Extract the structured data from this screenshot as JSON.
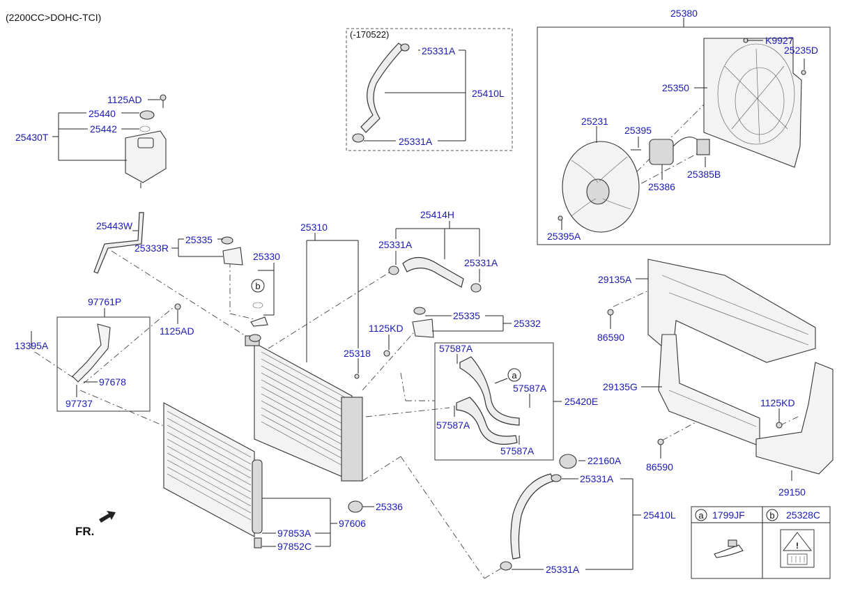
{
  "header": {
    "engine_note": "(2200CC>DOHC-TCI)"
  },
  "hose_box_note": "(-170522)",
  "front_label": "FR.",
  "callouts": {
    "a": "a",
    "b": "b"
  },
  "labels": {
    "p25380": "25380",
    "k9927": "K9927",
    "p25235d": "25235D",
    "p25350": "25350",
    "p25231": "25231",
    "p25395": "25395",
    "p25385b": "25385B",
    "p25386": "25386",
    "p25395a": "25395A",
    "p25331a_t1": "25331A",
    "p25410l_t": "25410L",
    "p25331a_t2": "25331A",
    "p1125ad_top": "1125AD",
    "p25440": "25440",
    "p25442": "25442",
    "p25430t": "25430T",
    "p25443w": "25443W",
    "p25335_l": "25335",
    "p25333r": "25333R",
    "p25330": "25330",
    "p25310": "25310",
    "p25414h": "25414H",
    "p25331a_m1": "25331A",
    "p25331a_m2": "25331A",
    "p29135a": "29135A",
    "p86590_1": "86590",
    "p97761p": "97761P",
    "p1125ad_mid": "1125AD",
    "p13395a": "13395A",
    "p97678": "97678",
    "p97737": "97737",
    "p25335_r": "25335",
    "p25332": "25332",
    "p1125kd_l": "1125KD",
    "p25318": "25318",
    "p57587a_1": "57587A",
    "p57587a_2": "57587A",
    "p25420e": "25420E",
    "p57587a_3": "57587A",
    "p57587a_4": "57587A",
    "p29135g": "29135G",
    "p1125kd_r": "1125KD",
    "p86590_2": "86590",
    "p29150": "29150",
    "p22160a": "22160A",
    "p25331a_b1": "25331A",
    "p25410l_b": "25410L",
    "p25336": "25336",
    "p97606": "97606",
    "p97853a": "97853A",
    "p97852c": "97852C",
    "p25331a_b2": "25331A"
  },
  "legend": {
    "a_letter": "a",
    "a_part": "1799JF",
    "b_letter": "b",
    "b_part": "25328C"
  }
}
